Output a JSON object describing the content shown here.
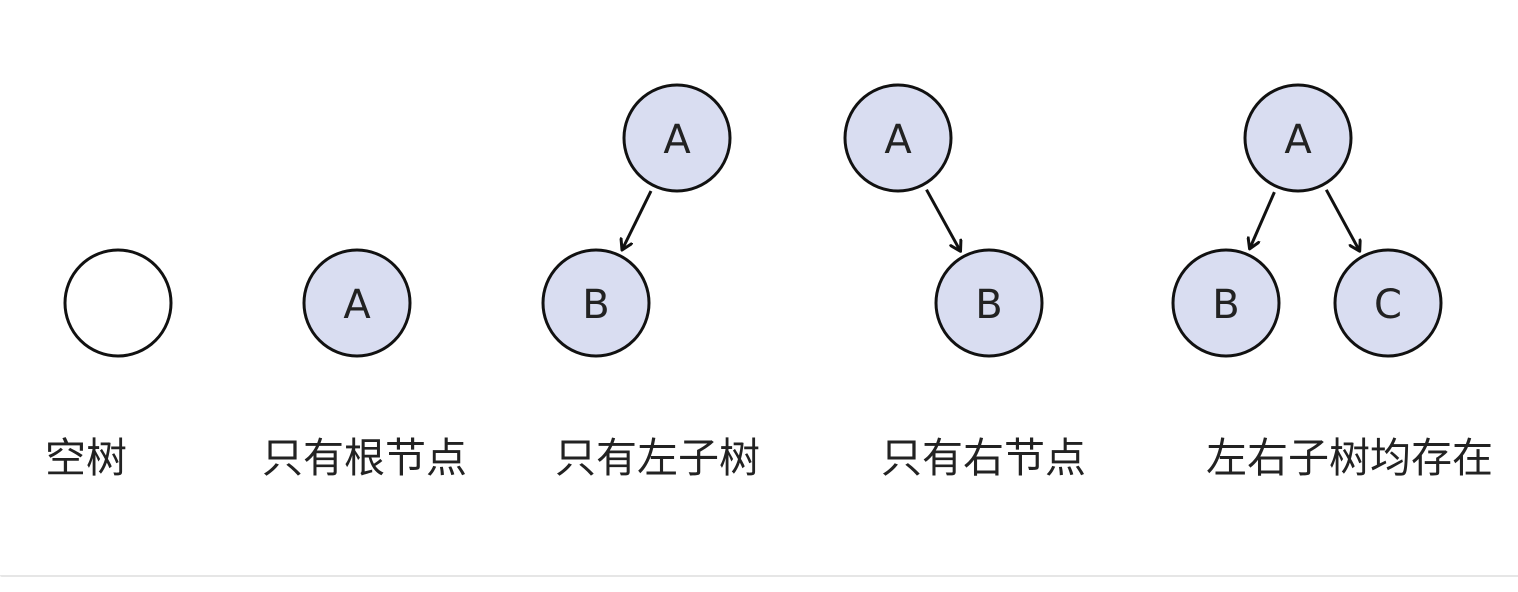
{
  "colors": {
    "node_fill": "#d9ddf1",
    "empty_fill": "#ffffff",
    "stroke": "#111111"
  },
  "panels": [
    {
      "caption": "空树",
      "nodes": [
        {
          "id": "root",
          "label": "",
          "filled": false
        }
      ],
      "edges": []
    },
    {
      "caption": "只有根节点",
      "nodes": [
        {
          "id": "A",
          "label": "A",
          "filled": true
        }
      ],
      "edges": []
    },
    {
      "caption": "只有左子树",
      "nodes": [
        {
          "id": "A",
          "label": "A",
          "filled": true
        },
        {
          "id": "B",
          "label": "B",
          "filled": true
        }
      ],
      "edges": [
        {
          "from": "A",
          "to": "B"
        }
      ]
    },
    {
      "caption": "只有右节点",
      "nodes": [
        {
          "id": "A",
          "label": "A",
          "filled": true
        },
        {
          "id": "B",
          "label": "B",
          "filled": true
        }
      ],
      "edges": [
        {
          "from": "A",
          "to": "B"
        }
      ]
    },
    {
      "caption": "左右子树均存在",
      "nodes": [
        {
          "id": "A",
          "label": "A",
          "filled": true
        },
        {
          "id": "B",
          "label": "B",
          "filled": true
        },
        {
          "id": "C",
          "label": "C",
          "filled": true
        }
      ],
      "edges": [
        {
          "from": "A",
          "to": "B"
        },
        {
          "from": "A",
          "to": "C"
        }
      ]
    }
  ]
}
